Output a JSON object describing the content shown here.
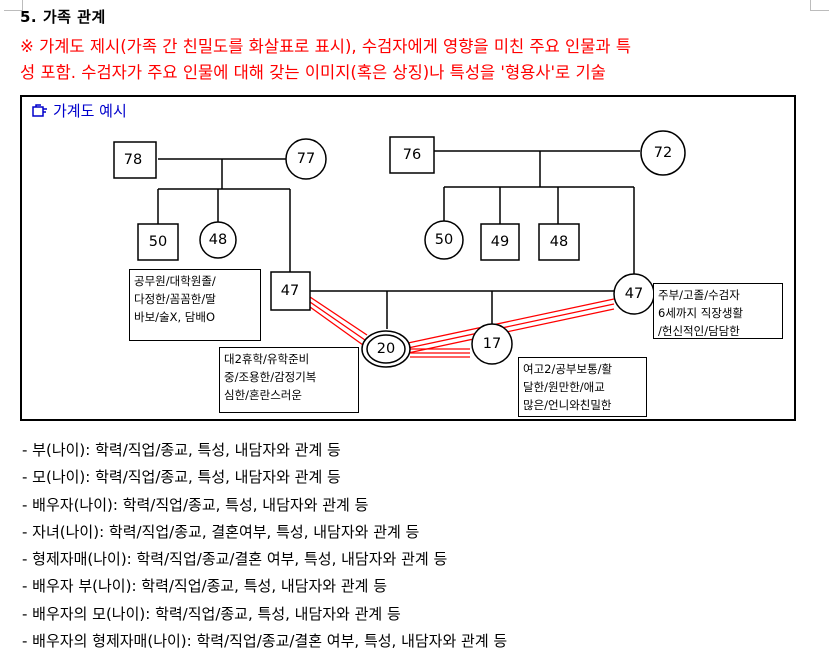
{
  "section_title": "5. 가족 관계",
  "instruction_lines": [
    "※ 가계도 제시(가족 간 친밀도를 화살표로 표시), 수검자에게 영향을 미친 주요 인물과 특",
    "성 포함. 수검자가 주요 인물에 대해 갖는 이미지(혹은 상징)나 특성을 '형용사'로 기술"
  ],
  "diagram": {
    "caption": "가계도 예시",
    "ages": {
      "paternal_grandfather": "78",
      "paternal_grandmother": "77",
      "maternal_grandfather": "76",
      "maternal_grandmother": "72",
      "paternal_uncle": "50",
      "paternal_aunt": "48",
      "maternal_aunt": "50",
      "maternal_uncle_1": "49",
      "maternal_uncle_2": "48",
      "father": "47",
      "mother": "47",
      "client": "20",
      "sister": "17"
    },
    "notes": {
      "father": [
        "공무원/대학원졸/",
        "다정한/꼼꼼한/딸",
        "바보/술X, 담배O"
      ],
      "client": [
        "대2휴학/유학준비",
        "중/조용한/감정기복",
        "심한/혼란스러운"
      ],
      "sister": [
        "여고2/공부보통/활",
        "달한/원만한/애교",
        "많은/언니와친밀한"
      ],
      "mother": [
        "주부/고졸/수검자",
        "6세까지 직장생활",
        "/헌신적인/담담한"
      ]
    },
    "colors": {
      "relationship_line": "#ff0000",
      "text_blue": "#0000cc"
    }
  },
  "bullets": [
    "- 부(나이): 학력/직업/종교, 특성, 내담자와 관계 등",
    "- 모(나이): 학력/직업/종교, 특성, 내담자와 관계 등",
    "- 배우자(나이): 학력/직업/종교, 특성, 내담자와 관계 등",
    "- 자녀(나이): 학력/직업/종교, 결혼여부, 특성, 내담자와 관계 등",
    "- 형제자매(나이): 학력/직업/종교/결혼 여부, 특성, 내담자와 관계 등",
    "- 배우자 부(나이): 학력/직업/종교, 특성, 내담자와 관계 등",
    "- 배우자의 모(나이): 학력/직업/종교, 특성, 내담자와 관계 등",
    "- 배우자의 형제자매(나이): 학력/직업/종교/결혼 여부, 특성, 내담자와 관계 등"
  ]
}
